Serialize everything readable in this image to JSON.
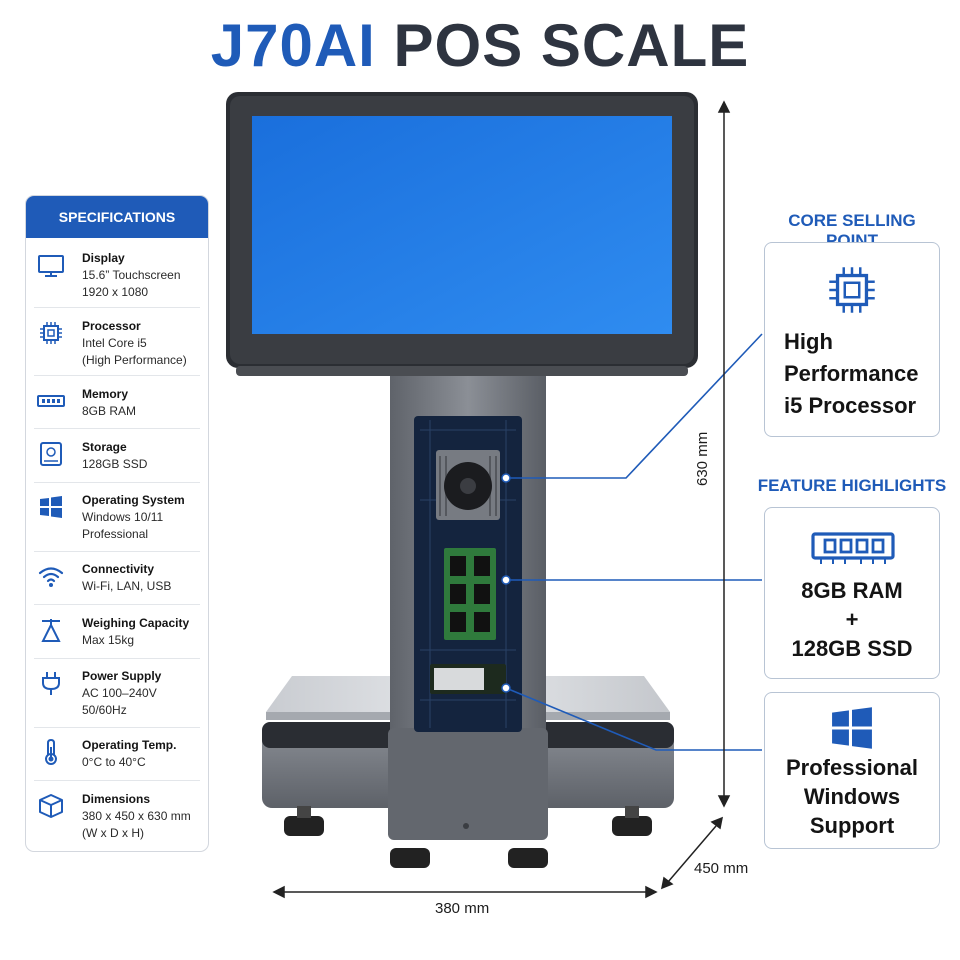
{
  "title": {
    "brand": "J70AI",
    "rest": "POS SCALE"
  },
  "specifications": {
    "header": "SPECIFICATIONS",
    "items": [
      {
        "icon": "monitor-icon",
        "name": "Display",
        "value": "15.6” Touchscreen\n1920 x 1080"
      },
      {
        "icon": "cpu-icon",
        "name": "Processor",
        "value": "Intel Core i5\n(High Performance)"
      },
      {
        "icon": "memory-icon",
        "name": "Memory",
        "value": "8GB RAM"
      },
      {
        "icon": "storage-icon",
        "name": "Storage",
        "value": "128GB SSD"
      },
      {
        "icon": "windows-icon",
        "name": "Operating System",
        "value": "Windows 10/11\nProfessional"
      },
      {
        "icon": "wifi-icon",
        "name": "Connectivity",
        "value": "Wi-Fi, LAN, USB"
      },
      {
        "icon": "scale-icon",
        "name": "Weighing Capacity",
        "value": "Max 15kg"
      },
      {
        "icon": "plug-icon",
        "name": "Power Supply",
        "value": "AC 100–240V\n50/60Hz"
      },
      {
        "icon": "thermometer-icon",
        "name": "Operating Temp.",
        "value": "0°C to 40°C"
      },
      {
        "icon": "box-icon",
        "name": "Dimensions",
        "value": "380 x 450 x 630 mm\n(W x D x H)"
      }
    ]
  },
  "core_selling_point": {
    "heading": "CORE SELLING POINT",
    "icon": "cpu-icon",
    "text": "High\nPerformance\ni5 Processor"
  },
  "feature_highlights": {
    "heading": "FEATURE HIGHLIGHTS",
    "cards": [
      {
        "icon": "memory-icon",
        "text": "8GB RAM\n+\n128GB SSD"
      },
      {
        "icon": "windows-icon",
        "text": "Professional\nWindows\nSupport"
      }
    ]
  },
  "dimensions": {
    "height": "630 mm",
    "width": "380 mm",
    "depth": "450 mm"
  },
  "colors": {
    "accent": "#1f5bb8",
    "screen": "#1c74de",
    "body": "#6f737a",
    "dark": "#2e3440"
  }
}
